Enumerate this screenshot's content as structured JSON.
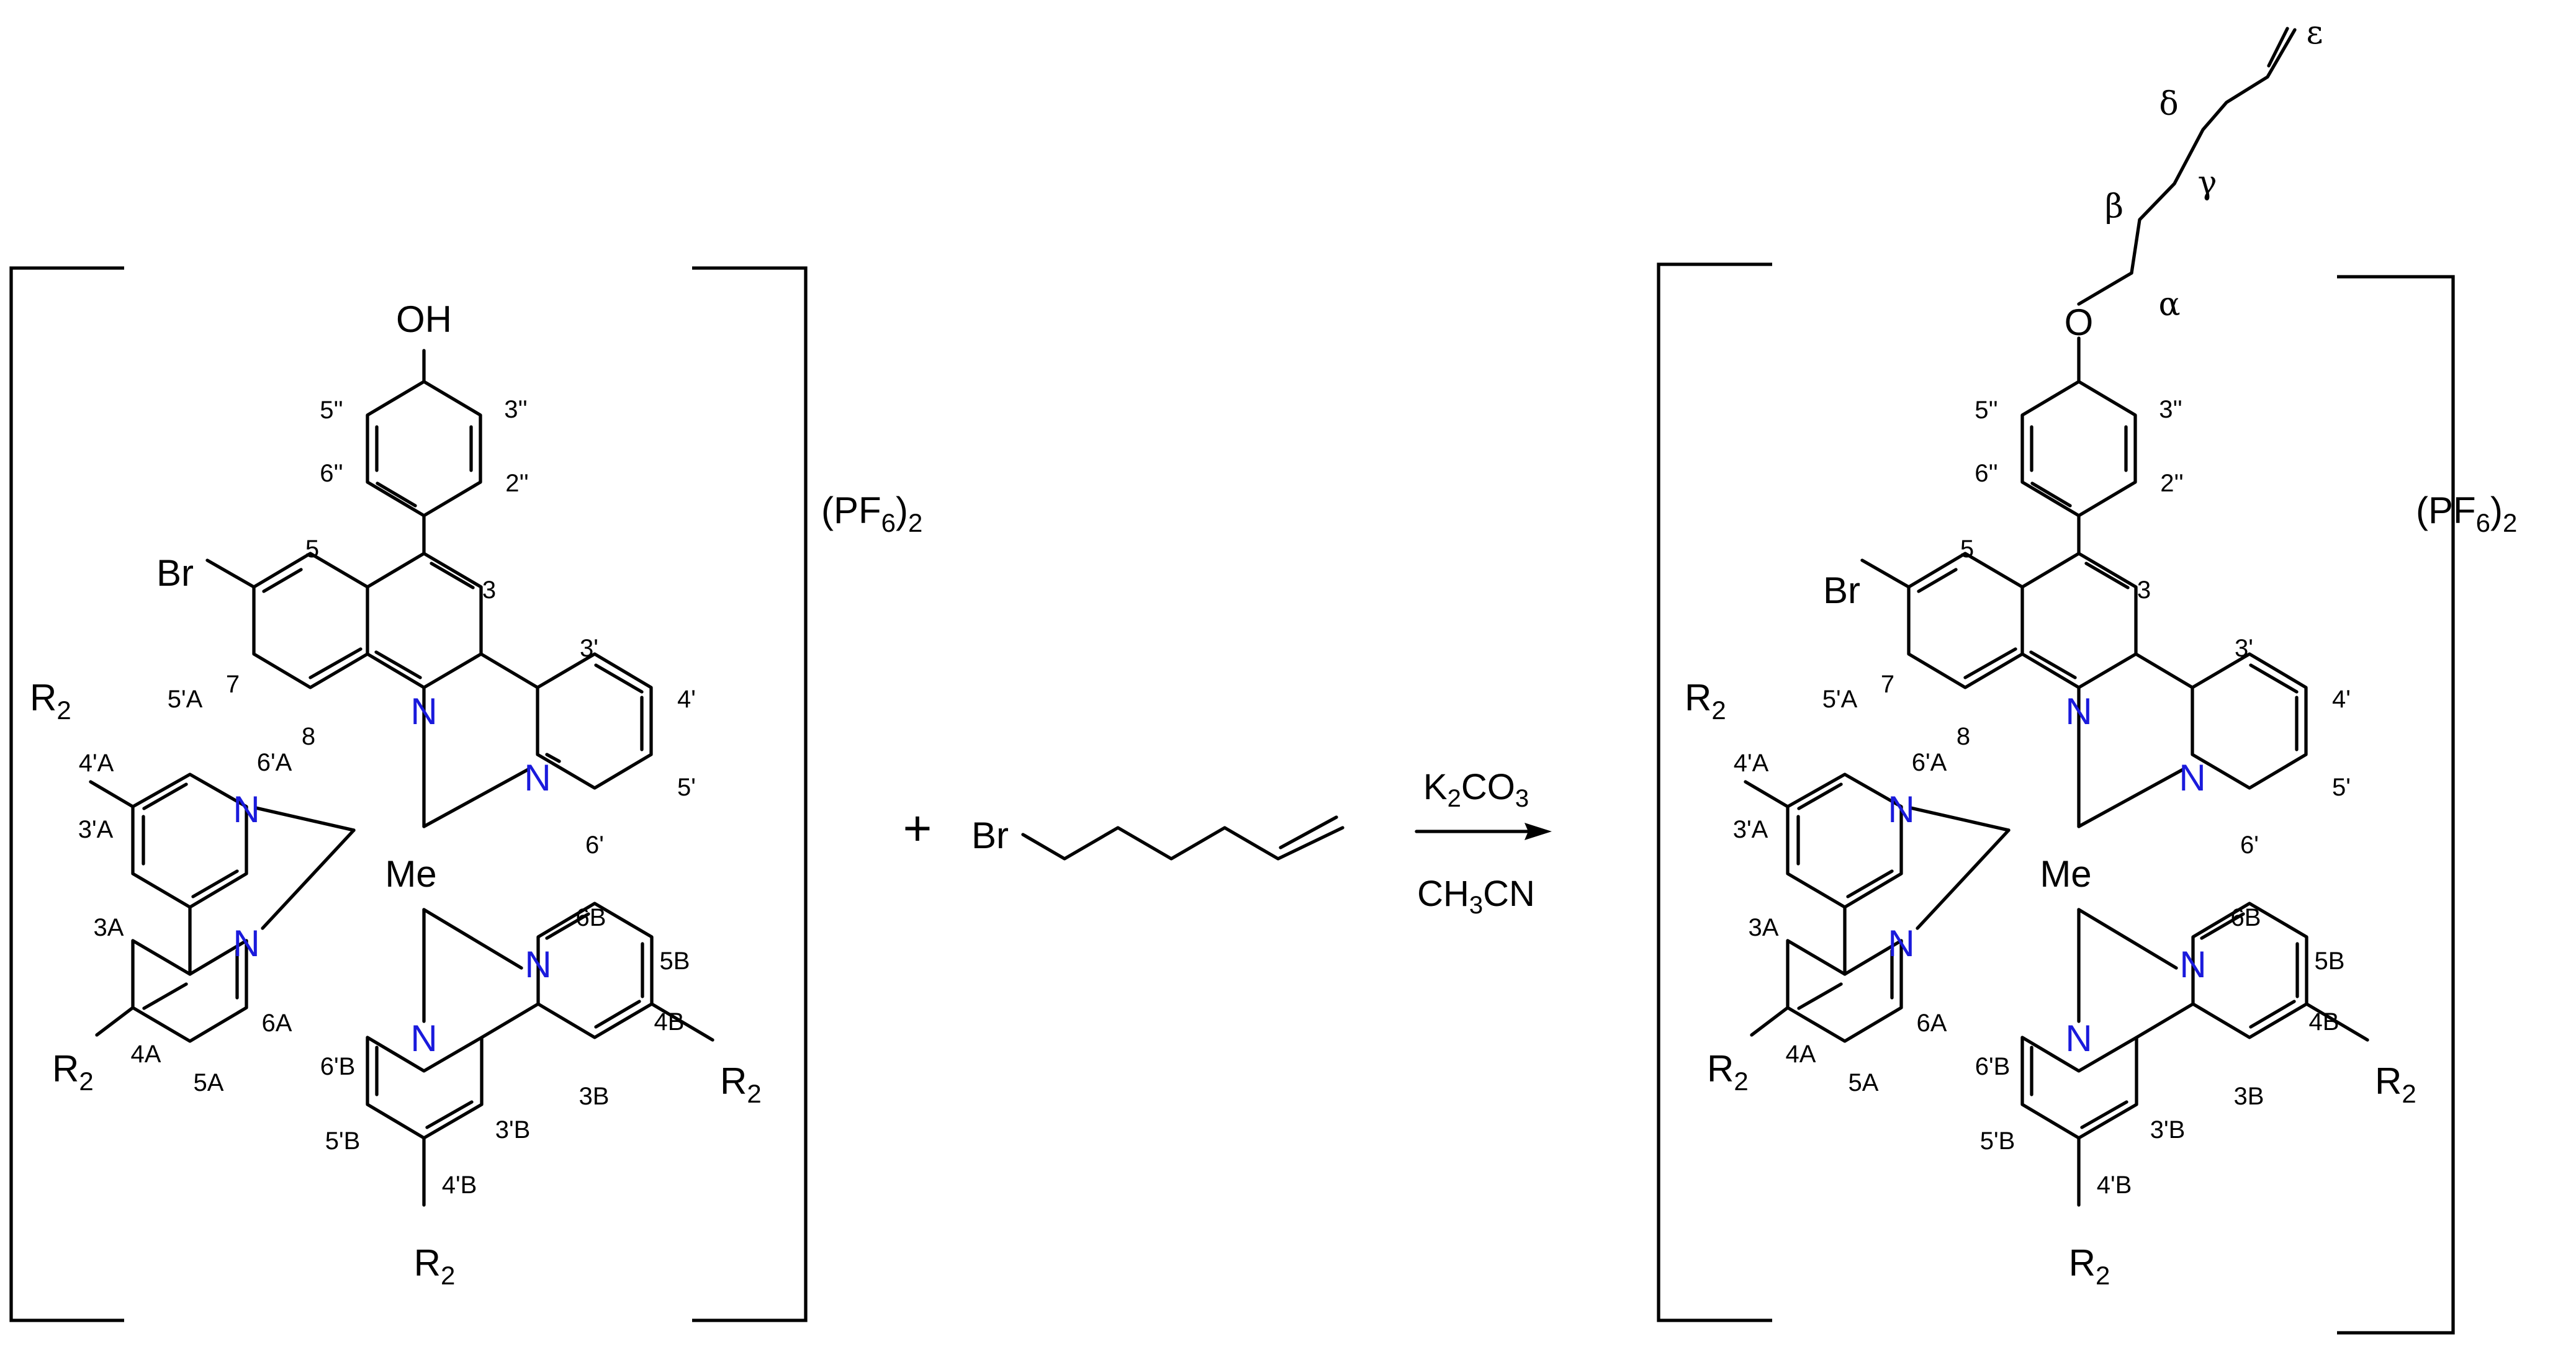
{
  "reactant_complex": {
    "bromo": "Br",
    "hydroxy": "OH",
    "methyl": "Me",
    "substituents": {
      "r4a": "R2",
      "r4pa": "R2",
      "r4b": "R2",
      "r4pb": "R2"
    },
    "counterion": "(PF6)2",
    "labels": {
      "n3": "3",
      "n5": "5",
      "n7": "7",
      "n8": "8",
      "n2pp": "2''",
      "n3pp": "3''",
      "n5pp": "5''",
      "n6pp": "6''",
      "n3p": "3'",
      "n4p": "4'",
      "n5p": "5'",
      "n6p": "6'",
      "n3a": "3A",
      "n4a": "4A",
      "n5a": "5A",
      "n6a": "6A",
      "n3pa": "3'A",
      "n4pa": "4'A",
      "n5pa": "5'A",
      "n6pa": "6'A",
      "n3b": "3B",
      "n4b": "4B",
      "n5b": "5B",
      "n6b": "6B",
      "n3pb": "3'B",
      "n4pb": "4'B",
      "n5pb": "5'B",
      "n6pb": "6'B"
    }
  },
  "plus": "+",
  "reagent": {
    "bromo": "Br"
  },
  "conditions": {
    "base": "K2CO3",
    "solvent": "CH3CN"
  },
  "product_complex": {
    "bromo": "Br",
    "oxygen": "O",
    "methyl": "Me",
    "substituents": {
      "r4a": "R2",
      "r4pa": "R2",
      "r4b": "R2",
      "r4pb": "R2"
    },
    "counterion": "(PF6)2",
    "chain_labels": {
      "alpha": "α",
      "beta": "β",
      "gamma": "γ",
      "delta": "δ",
      "epsilon": "ε"
    },
    "labels": {
      "n3": "3",
      "n5": "5",
      "n7": "7",
      "n8": "8",
      "n2pp": "2''",
      "n3pp": "3''",
      "n5pp": "5''",
      "n6pp": "6''",
      "n3p": "3'",
      "n4p": "4'",
      "n5p": "5'",
      "n6p": "6'",
      "n3a": "3A",
      "n4a": "4A",
      "n5a": "5A",
      "n6a": "6A",
      "n3pa": "3'A",
      "n4pa": "4'A",
      "n5pa": "5'A",
      "n6pa": "6'A",
      "n3b": "3B",
      "n4b": "4B",
      "n5b": "5B",
      "n6b": "6B",
      "n3pb": "3'B",
      "n4pb": "4'B",
      "n5pb": "5'B",
      "n6pb": "6'B"
    }
  },
  "colors": {
    "bond": "#000000",
    "nitrogen": "#1a1adc",
    "background": "#ffffff"
  }
}
